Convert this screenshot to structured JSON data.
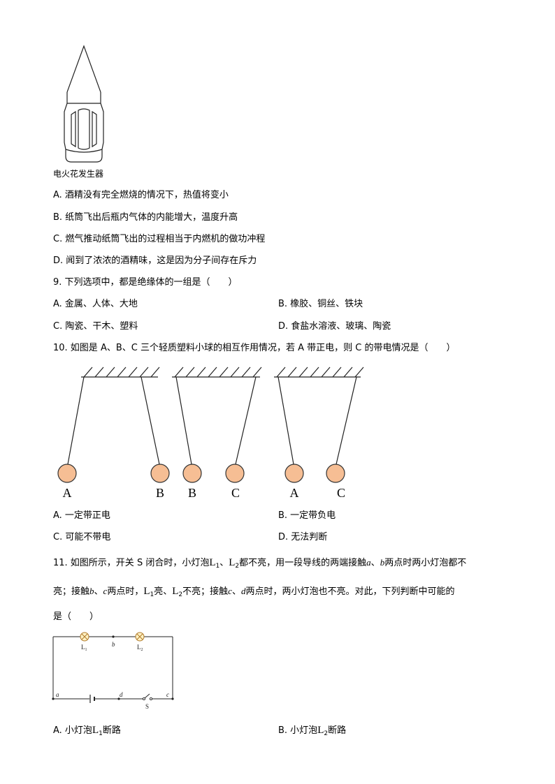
{
  "figure1": {
    "caption": "电火花发生器"
  },
  "q8": {
    "options": [
      "A. 酒精没有完全燃烧的情况下，热值将变小",
      "B. 纸筒飞出后瓶内气体的内能增大，温度升高",
      "C. 燃气推动纸筒飞出的过程相当于内燃机的做功冲程",
      "D. 闻到了浓浓的酒精味，这是因为分子间存在斥力"
    ]
  },
  "q9": {
    "stem": "9. 下列选项中，都是绝缘体的一组是（　　）",
    "options": [
      "A. 金属、人体、大地",
      "B. 橡胶、铜丝、铁块",
      "C. 陶瓷、干木、塑料",
      "D. 食盐水溶液、玻璃、陶瓷"
    ]
  },
  "q10": {
    "stem": "10. 如图是 A、B、C 三个轻质塑料小球的相互作用情况，若 A 带正电，则 C 的带电情况是（　　）",
    "ball_labels": [
      "A",
      "B",
      "B",
      "C",
      "A",
      "C"
    ],
    "options": [
      "A. 一定带正电",
      "B. 一定带负电",
      "C. 可能不带电",
      "D. 无法判断"
    ],
    "colors": {
      "ball_fill": "#f6be94",
      "ball_stroke": "#333333"
    }
  },
  "q11": {
    "line1": {
      "p1": "11. 如图所示，开关 S 闭合时，小灯泡",
      "L": "L",
      "s1": "1",
      "sep": "、",
      "s2": "2",
      "p2": "都不亮，用一段导线的两端接触",
      "a": "a",
      "comma": "、",
      "b": "b",
      "p3": "两点时两小灯泡都不"
    },
    "line2": {
      "p1": "亮；接触",
      "b": "b",
      "comma": "、",
      "c": "c",
      "p2": "两点时，",
      "L": "L",
      "s1": "1",
      "p3": "亮、",
      "s2": "2",
      "p4": "不亮；接触",
      "c2": "c",
      "comma2": "、",
      "d": "d",
      "p5": "两点时，两小灯泡也不亮。对此，下列判断中可能的"
    },
    "line3": "是（　　）",
    "circuit_labels": {
      "L1": "L",
      "L1sub": "1",
      "L2": "L",
      "L2sub": "2",
      "b": "b",
      "a": "a",
      "d": "d",
      "c": "c",
      "S": "S"
    },
    "options": [
      {
        "prefix": "A. 小灯泡",
        "L": "L",
        "sub": "1",
        "suffix": "断路"
      },
      {
        "prefix": "B. 小灯泡",
        "L": "L",
        "sub": "2",
        "suffix": "断路"
      }
    ],
    "colors": {
      "lamp_fill": "#fff2c4",
      "lamp_stroke": "#b07a2a"
    }
  }
}
